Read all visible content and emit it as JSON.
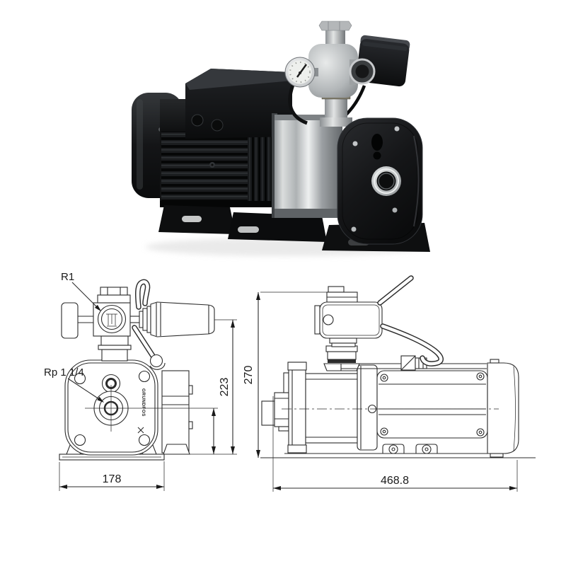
{
  "front_view": {
    "label_top_port": "R1",
    "label_suction_port": "Rp 1 1/4",
    "dim_height_to_axis": "223",
    "dim_base_width": "178",
    "brand_mark": "GRUNDFOS"
  },
  "side_view": {
    "dim_overall_height": "270",
    "dim_overall_length": "468.8"
  },
  "colors": {
    "drawing_line": "#2b2b2b",
    "dimension_text": "#1a1a1a",
    "pump_black": "#141517",
    "steel_light": "#d9dcdd",
    "steel_dark": "#6c7073",
    "gauge_dial": "#eef0ed",
    "background": "#ffffff"
  }
}
